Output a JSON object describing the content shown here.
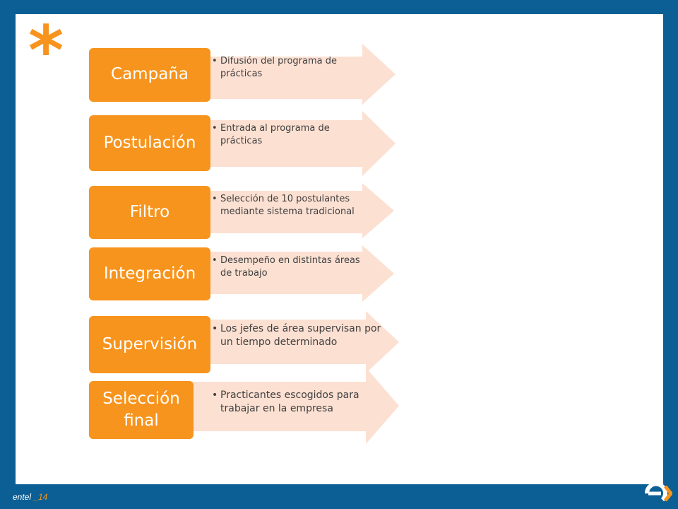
{
  "steps": [
    {
      "title": "Campaña",
      "bullet": "Difusión del programa de prácticas"
    },
    {
      "title": "Postulación",
      "bullet": "Entrada al programa de prácticas"
    },
    {
      "title": "Filtro",
      "bullet": "Selección de 10 postulantes mediante sistema tradicional"
    },
    {
      "title": "Integración",
      "bullet": "Desempeño en distintas áreas de trabajo"
    },
    {
      "title": "Supervisión",
      "bullet": "Los jefes de área supervisan por un tiempo determinado"
    },
    {
      "title": "Selección final",
      "bullet": "Practicantes escogidos para trabajar en la empresa"
    }
  ],
  "footer": {
    "brand": "entel",
    "separator": "_",
    "page": "14"
  },
  "colors": {
    "accent": "#f7941d",
    "arrow_fill": "#fce0d2",
    "frame": "#0b5f95"
  },
  "decoration": {
    "asterisk": "*"
  },
  "logo": {
    "icon": "entel-logo-icon"
  }
}
